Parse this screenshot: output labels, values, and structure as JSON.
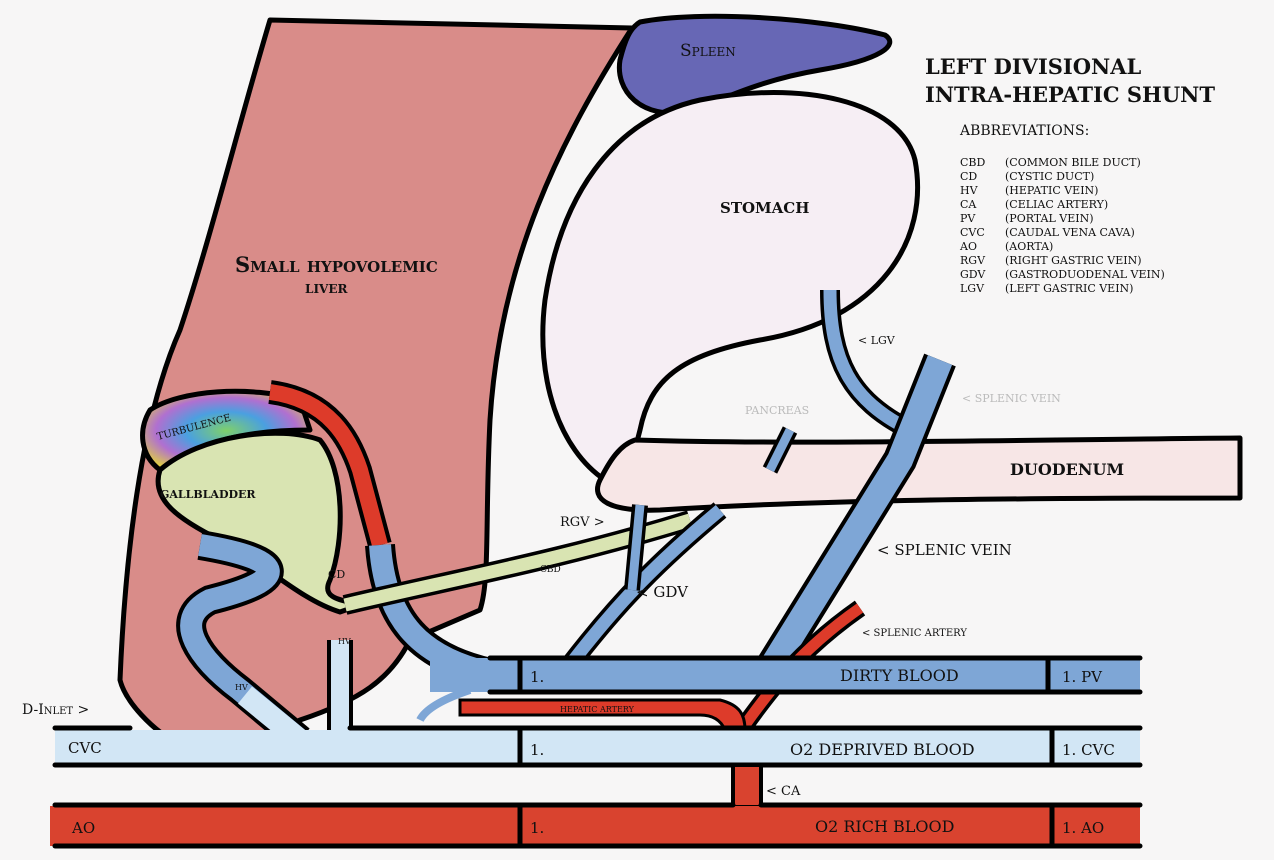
{
  "title": {
    "line1": "LEFT DIVISIONAL",
    "line2": "INTRA-HEPATIC SHUNT"
  },
  "abbreviations": {
    "heading": "ABBREVIATIONS:",
    "items": [
      {
        "abbr": "CBD",
        "full": "(COMMON BILE DUCT)"
      },
      {
        "abbr": "CD",
        "full": "(CYSTIC DUCT)"
      },
      {
        "abbr": "HV",
        "full": "(HEPATIC VEIN)"
      },
      {
        "abbr": "CA",
        "full": "(CELIAC ARTERY)"
      },
      {
        "abbr": "PV",
        "full": "(PORTAL VEIN)"
      },
      {
        "abbr": "CVC",
        "full": "(CAUDAL VENA CAVA)"
      },
      {
        "abbr": "AO",
        "full": "(AORTA)"
      },
      {
        "abbr": "RGV",
        "full": "(RIGHT GASTRIC VEIN)"
      },
      {
        "abbr": "GDV",
        "full": "(GASTRODUODENAL VEIN)"
      },
      {
        "abbr": "LGV",
        "full": "(LEFT GASTRIC VEIN)"
      }
    ]
  },
  "labels": {
    "spleen": "Spleen",
    "stomach": "STOMACH",
    "liver1": "Small hypovolemic",
    "liver2": "liver",
    "turbulence": "TURBULENCE",
    "gallbladder": "GALLBLADDER",
    "cd": "CD",
    "cbd": "CBD",
    "hv1": "HV",
    "hv2": "HV",
    "pancreas": "PANCREAS",
    "duodenum": "DUODENUM",
    "lgv": "< LGV",
    "splenic_vein_faint": "< SPLENIC VEIN",
    "splenic_vein": "< SPLENIC VEIN",
    "rgv": "RGV >",
    "gdv": "< GDV",
    "splenic_artery": "< SPLENIC ARTERY",
    "hepatic_artery": "HEPATIC ARTERY",
    "d_inlet": "D-Inlet >",
    "ca": "< CA",
    "dirty_blood": "DIRTY BLOOD",
    "o2_deprived": "O2 DEPRIVED BLOOD",
    "o2_rich": "O2 RICH BLOOD",
    "cvc_left": "CVC",
    "ao_left": "AO",
    "pv_marker": "1.",
    "pv_end": "1.  PV",
    "cvc_marker": "1.",
    "cvc_end": "1. CVC",
    "ao_marker": "1.",
    "ao_end": "1.  AO"
  },
  "colors": {
    "liver": "#d98c89",
    "spleen": "#6767b5",
    "stomach": "#f6eef4",
    "duodenum": "#f7e6e6",
    "gallbladder": "#d9e4b2",
    "portal_vein": "#7ea6d6",
    "cvc": "#d2e6f5",
    "aorta": "#d9432f",
    "artery": "#dd3b2a"
  }
}
